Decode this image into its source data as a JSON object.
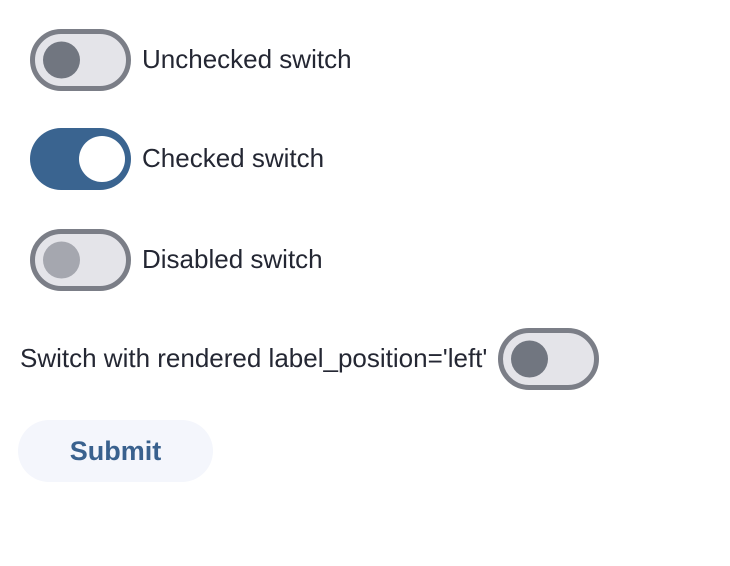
{
  "switches": [
    {
      "label": "Unchecked switch",
      "state": "unchecked",
      "label_position": "right"
    },
    {
      "label": "Checked switch",
      "state": "checked",
      "label_position": "right"
    },
    {
      "label": "Disabled switch",
      "state": "disabled",
      "label_position": "right"
    },
    {
      "label": "Switch with rendered label_position='left'",
      "state": "unchecked",
      "label_position": "left"
    }
  ],
  "submit": {
    "label": "Submit"
  },
  "colors": {
    "accent": "#3a6490",
    "track-bg": "#e4e4e9",
    "track-border": "#7b7e87",
    "knob-off": "#717680",
    "knob-on": "#ffffff",
    "knob-disabled": "#a5a7af",
    "label-color": "#242733",
    "button-bg": "#f4f6fc",
    "button-text": "#39618e"
  }
}
